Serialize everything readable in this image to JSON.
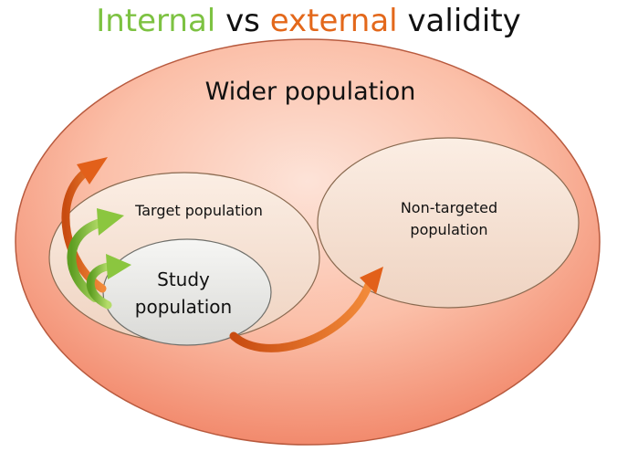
{
  "title": {
    "internal": "Internal",
    "vs": "vs",
    "external": "external",
    "validity": "validity"
  },
  "labels": {
    "wider_population": "Wider population",
    "target_population": "Target population",
    "study_population_line1": "Study",
    "study_population_line2": "population",
    "non_targeted_line1": "Non-targeted",
    "non_targeted_line2": "population"
  },
  "colors": {
    "internal_green": "#7dc242",
    "external_orange": "#e3681b",
    "validity_text": "#111111",
    "wider_fill": "#f7a48c",
    "wider_edge": "#b85a3e",
    "inner_fill": "#f6e3d5",
    "inner_edge": "#8a6a50",
    "study_fill": "#e9e9e7",
    "green_arrow": "#8bc63f",
    "orange_arrow": "#e2601a"
  }
}
